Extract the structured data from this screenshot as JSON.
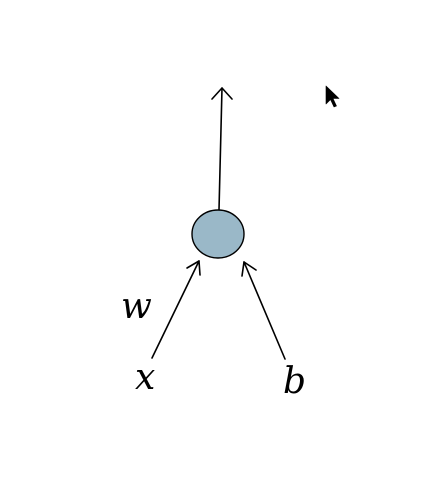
{
  "diagram": {
    "labels": {
      "weight": "w",
      "input": "x",
      "bias": "b"
    },
    "colors": {
      "node_fill": "#9ab8c8",
      "stroke": "#000000",
      "background": "#ffffff"
    },
    "icons": {
      "cursor": "mouse-pointer-icon"
    }
  }
}
